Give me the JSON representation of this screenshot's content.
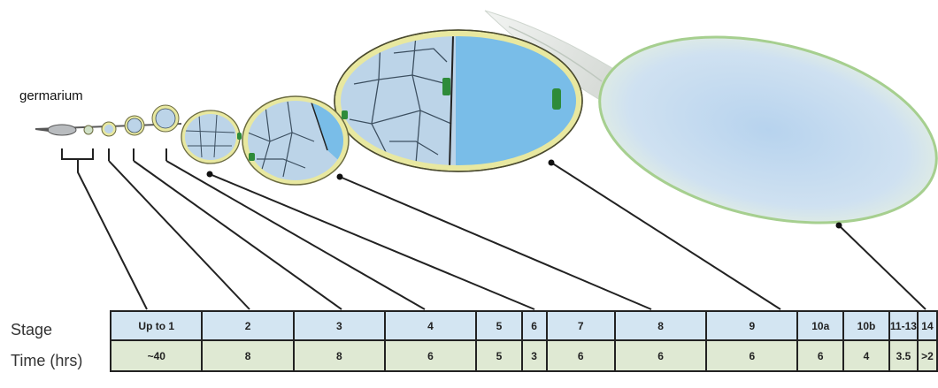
{
  "diagram": {
    "germarium_label": "germarium",
    "row_labels": {
      "stage": "Stage",
      "time": "Time (hrs)"
    },
    "table": {
      "stages": [
        "Up to 1",
        "2",
        "3",
        "4",
        "5",
        "6",
        "7",
        "8",
        "9",
        "10a",
        "10b",
        "11-13",
        "14"
      ],
      "times": [
        "~40",
        "8",
        "8",
        "6",
        "5",
        "3",
        "6",
        "6",
        "6",
        "6",
        "4",
        "3.5",
        ">2"
      ]
    },
    "colors": {
      "nurse_cell": "#bcd4e8",
      "oocyte": "#79bde8",
      "follicle_cells": "#e8e8a0",
      "border_cells": "#2e8b3a",
      "mature_egg": "#c6dcef",
      "mature_egg_rim": "#9cc98a",
      "stage_row_bg": "#d3e5f2",
      "time_row_bg": "#dfe9d3"
    }
  }
}
